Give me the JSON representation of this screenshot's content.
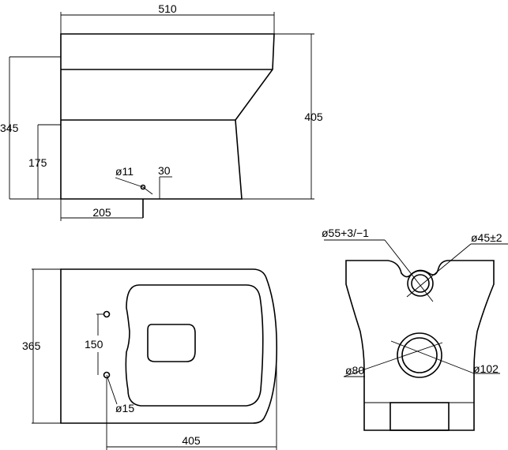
{
  "side_view": {
    "width": "510",
    "total_height": "405",
    "seat_height": "345",
    "waste_height": "175",
    "fixing_hole": "ø11",
    "fixing_offset": "30",
    "waste_distance": "205"
  },
  "plan_view": {
    "depth": "365",
    "fixing_spacing": "150",
    "fixing_hole": "ø15",
    "length": "405"
  },
  "rear_view": {
    "inlet_diameter": "ø55+3/−1",
    "inlet_inner": "ø45±2",
    "outlet_outer": "ø80",
    "outlet_inner": "ø102"
  }
}
